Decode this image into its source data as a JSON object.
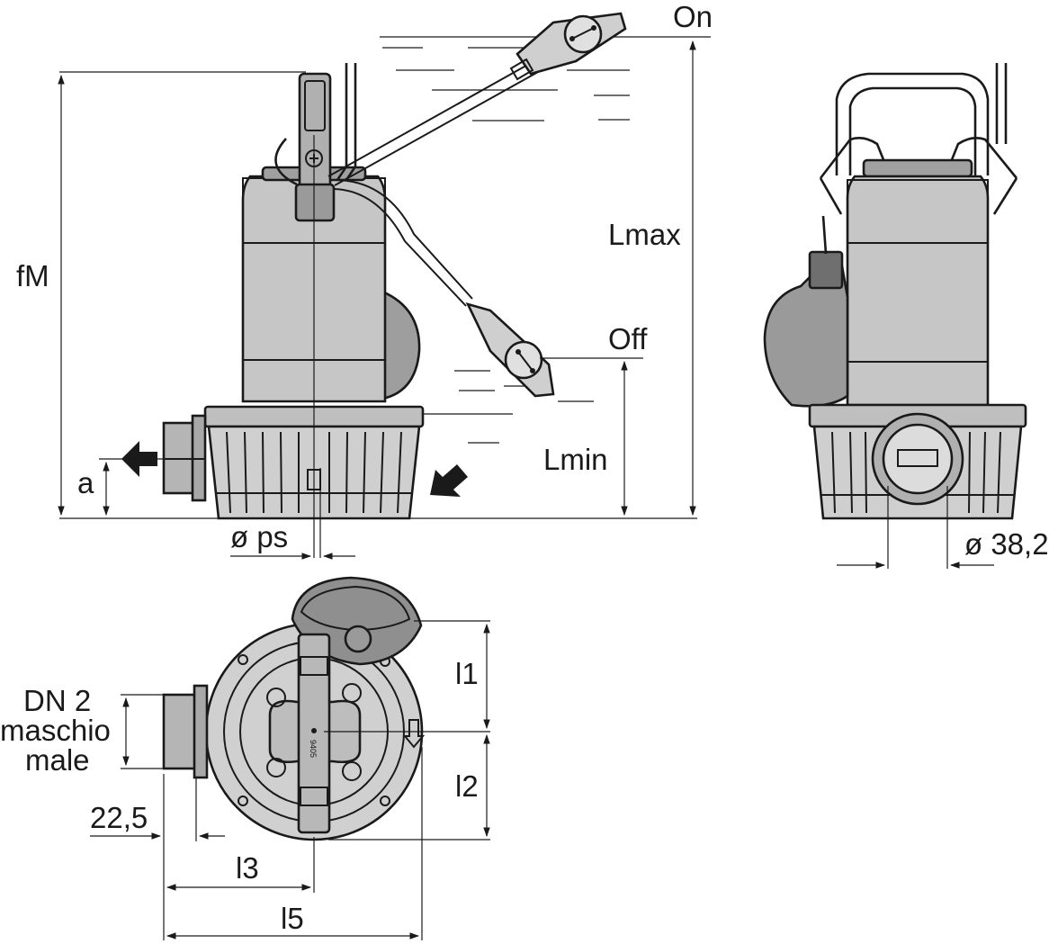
{
  "labels": {
    "on": "On",
    "off": "Off",
    "lmax": "Lmax",
    "lmin": "Lmin",
    "fm": "fM",
    "a": "a",
    "ps": "ø ps",
    "d382": "ø 38,2",
    "dn_line1": "DN 2",
    "dn_line2": "maschio",
    "dn_line3": "male",
    "d225": "22,5",
    "l1": "l1",
    "l2": "l2",
    "l3": "l3",
    "l5": "l5"
  },
  "plate_text": "9405"
}
